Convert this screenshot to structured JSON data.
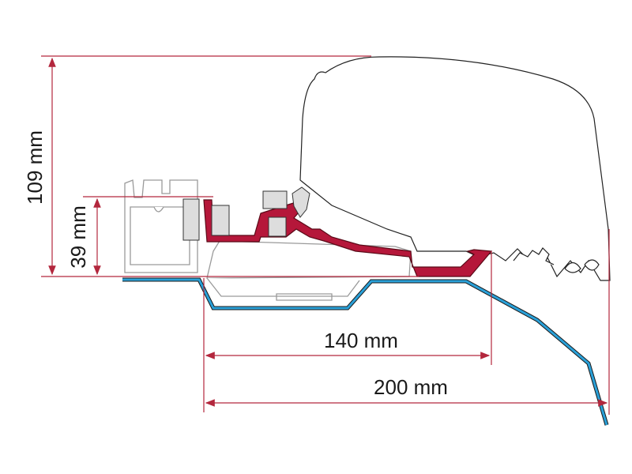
{
  "title": "Awning adapter mounting diagram",
  "dimensions": {
    "total_height": "109 mm",
    "rail_height": "39 mm",
    "bracket_width": "140 mm",
    "total_width": "200 mm"
  },
  "colors": {
    "dimension_lines": "#b3273d",
    "bracket": "#b5173a",
    "roof_profile": "#2aa0d8"
  }
}
